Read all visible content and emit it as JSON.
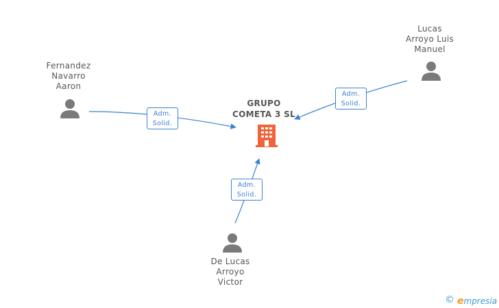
{
  "company": {
    "name_line1": "GRUPO",
    "name_line2": "COMETA 3  SL",
    "icon": "building-icon",
    "color": "#f0643c"
  },
  "persons": [
    {
      "name_lines": [
        "Fernandez",
        "Navarro",
        "Aaron"
      ],
      "icon": "person-icon"
    },
    {
      "name_lines": [
        "Lucas",
        "Arroyo Luis",
        "Manuel"
      ],
      "icon": "person-icon"
    },
    {
      "name_lines": [
        "De Lucas",
        "Arroyo",
        "Victor"
      ],
      "icon": "person-icon"
    }
  ],
  "relations": [
    {
      "line1": "Adm.",
      "line2": "Solid."
    },
    {
      "line1": "Adm.",
      "line2": "Solid."
    },
    {
      "line1": "Adm.",
      "line2": "Solid."
    }
  ],
  "colors": {
    "edge": "#3c7fd0",
    "person": "#7a7a7a",
    "text": "#555555"
  },
  "watermark": {
    "copyright": "©",
    "brand_initial": "e",
    "brand_rest": "mpresia"
  }
}
